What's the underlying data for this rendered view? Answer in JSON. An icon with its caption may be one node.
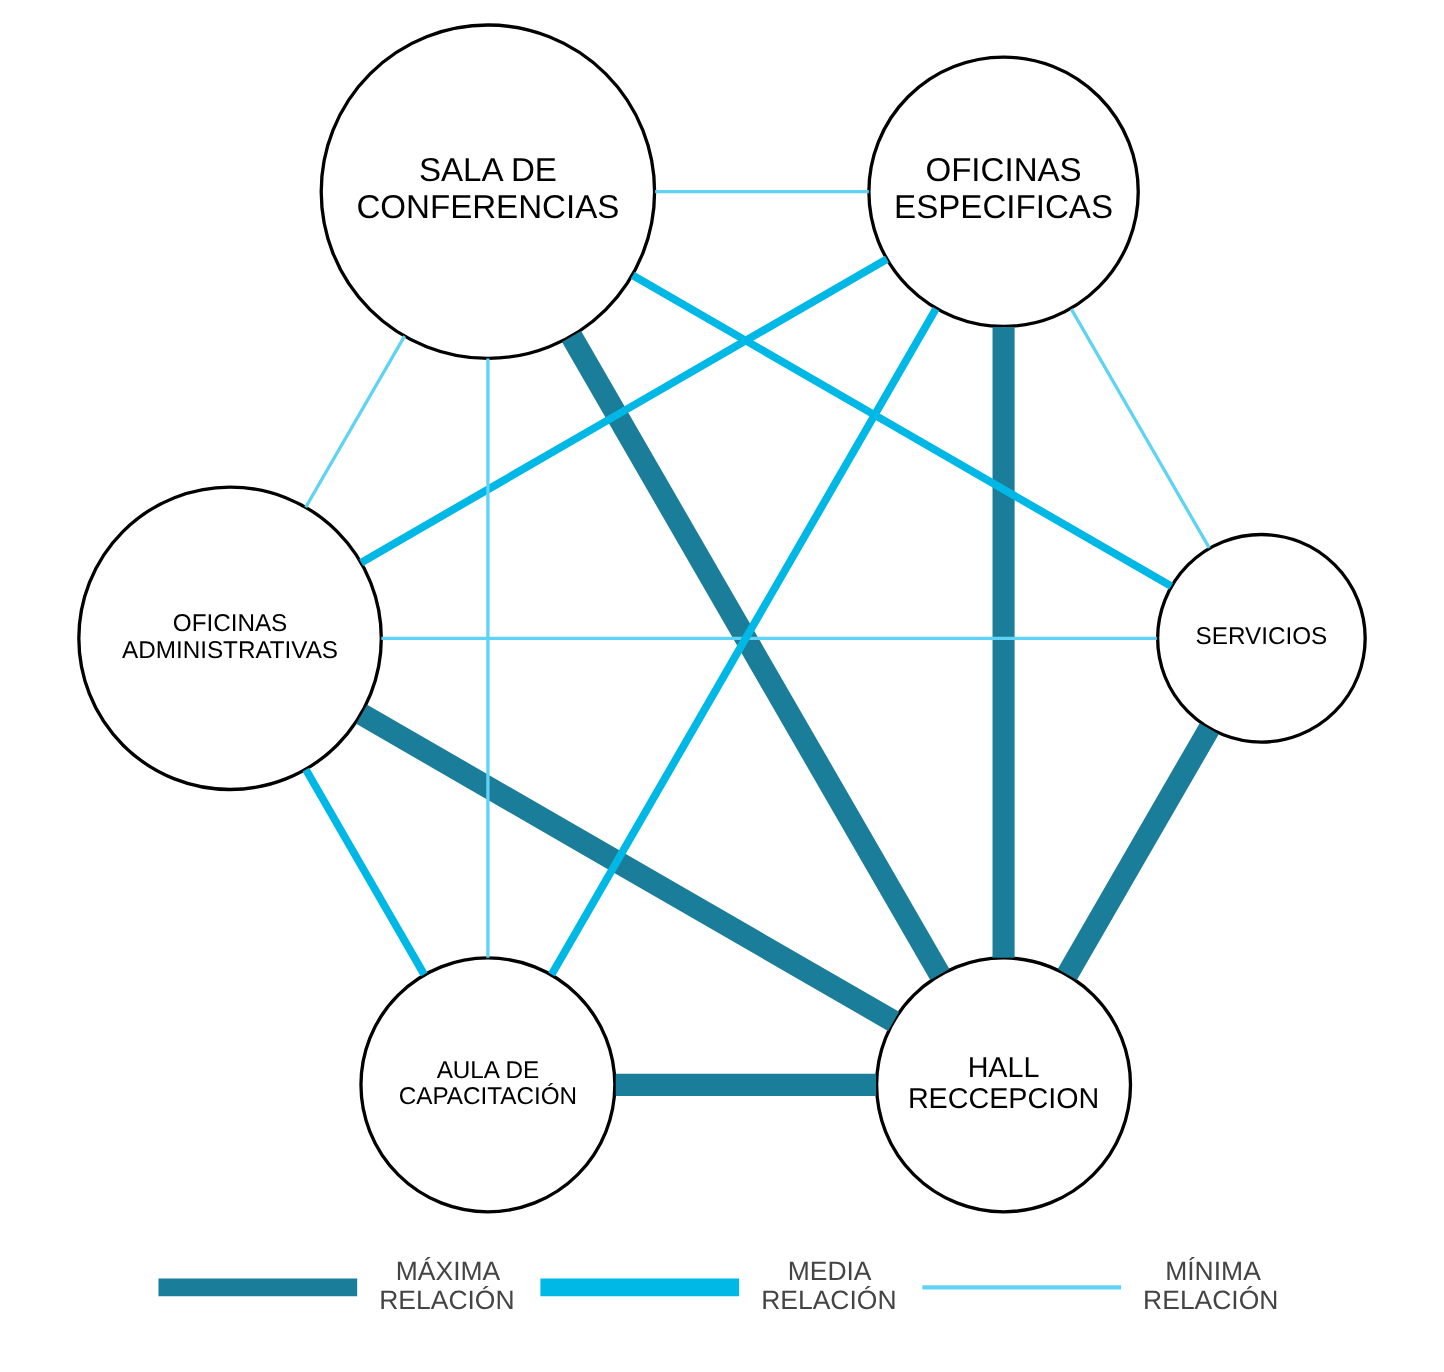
{
  "diagram": {
    "nodes": [
      {
        "text": [
          "HALL RECCEPCION"
        ]
      },
      {
        "text": [
          "SERVICIOS"
        ]
      },
      {
        "text": [
          "AULA DE CAPACITACIÓN"
        ]
      },
      {
        "text": [
          "OFICINAS ESPECIFICAS"
        ]
      },
      {
        "text": [
          "SALA DE CONFERENCIAS"
        ]
      },
      {
        "text": [
          "OFICINAS ADMINISTRATIVAS"
        ]
      }
    ],
    "edges": [
      {
        "from": 0,
        "to": 1,
        "arrow": "none",
        "style": "thick",
        "color": "#1a7d99"
      },
      {
        "from": 0,
        "to": 2,
        "arrow": "none",
        "style": "thick",
        "color": "#1a7d99"
      },
      {
        "from": 0,
        "to": 4,
        "arrow": "none",
        "style": "thick",
        "color": "#1a7d99"
      },
      {
        "from": 0,
        "to": 3,
        "arrow": "none",
        "style": "thick",
        "color": "#1a7d99"
      },
      {
        "from": 0,
        "to": 5,
        "arrow": "none",
        "style": "thick",
        "color": "#1a7d99"
      },
      {
        "from": 1,
        "to": 4,
        "arrow": "none",
        "color": "#00b8e6"
      },
      {
        "from": 2,
        "to": 3,
        "arrow": "none",
        "color": "#00b8e6"
      },
      {
        "from": 2,
        "to": 5,
        "arrow": "none",
        "color": "#00b8e6"
      },
      {
        "from": 3,
        "to": 5,
        "arrow": "none",
        "color": "#00b8e6"
      },
      {
        "from": 1,
        "to": 3,
        "arrow": "none",
        "color": "#5fd3f3"
      },
      {
        "from": 1,
        "to": 5,
        "arrow": "none",
        "color": "#5fd3f3"
      },
      {
        "from": 2,
        "to": 4,
        "arrow": "none",
        "color": "#5fd3f3"
      },
      {
        "from": 3,
        "to": 4,
        "arrow": "none",
        "color": "#5fd3f3"
      },
      {
        "from": 4,
        "to": 5,
        "arrow": "none",
        "color": "#5fd3f3"
      }
    ],
    "legend": [
      {
        "text": "MÁXIMA RELACIÓN"
      },
      {
        "text": "MEDIA RELACIÓN"
      },
      {
        "text": "MÍNIMA RELACIÓN"
      }
    ]
  }
}
